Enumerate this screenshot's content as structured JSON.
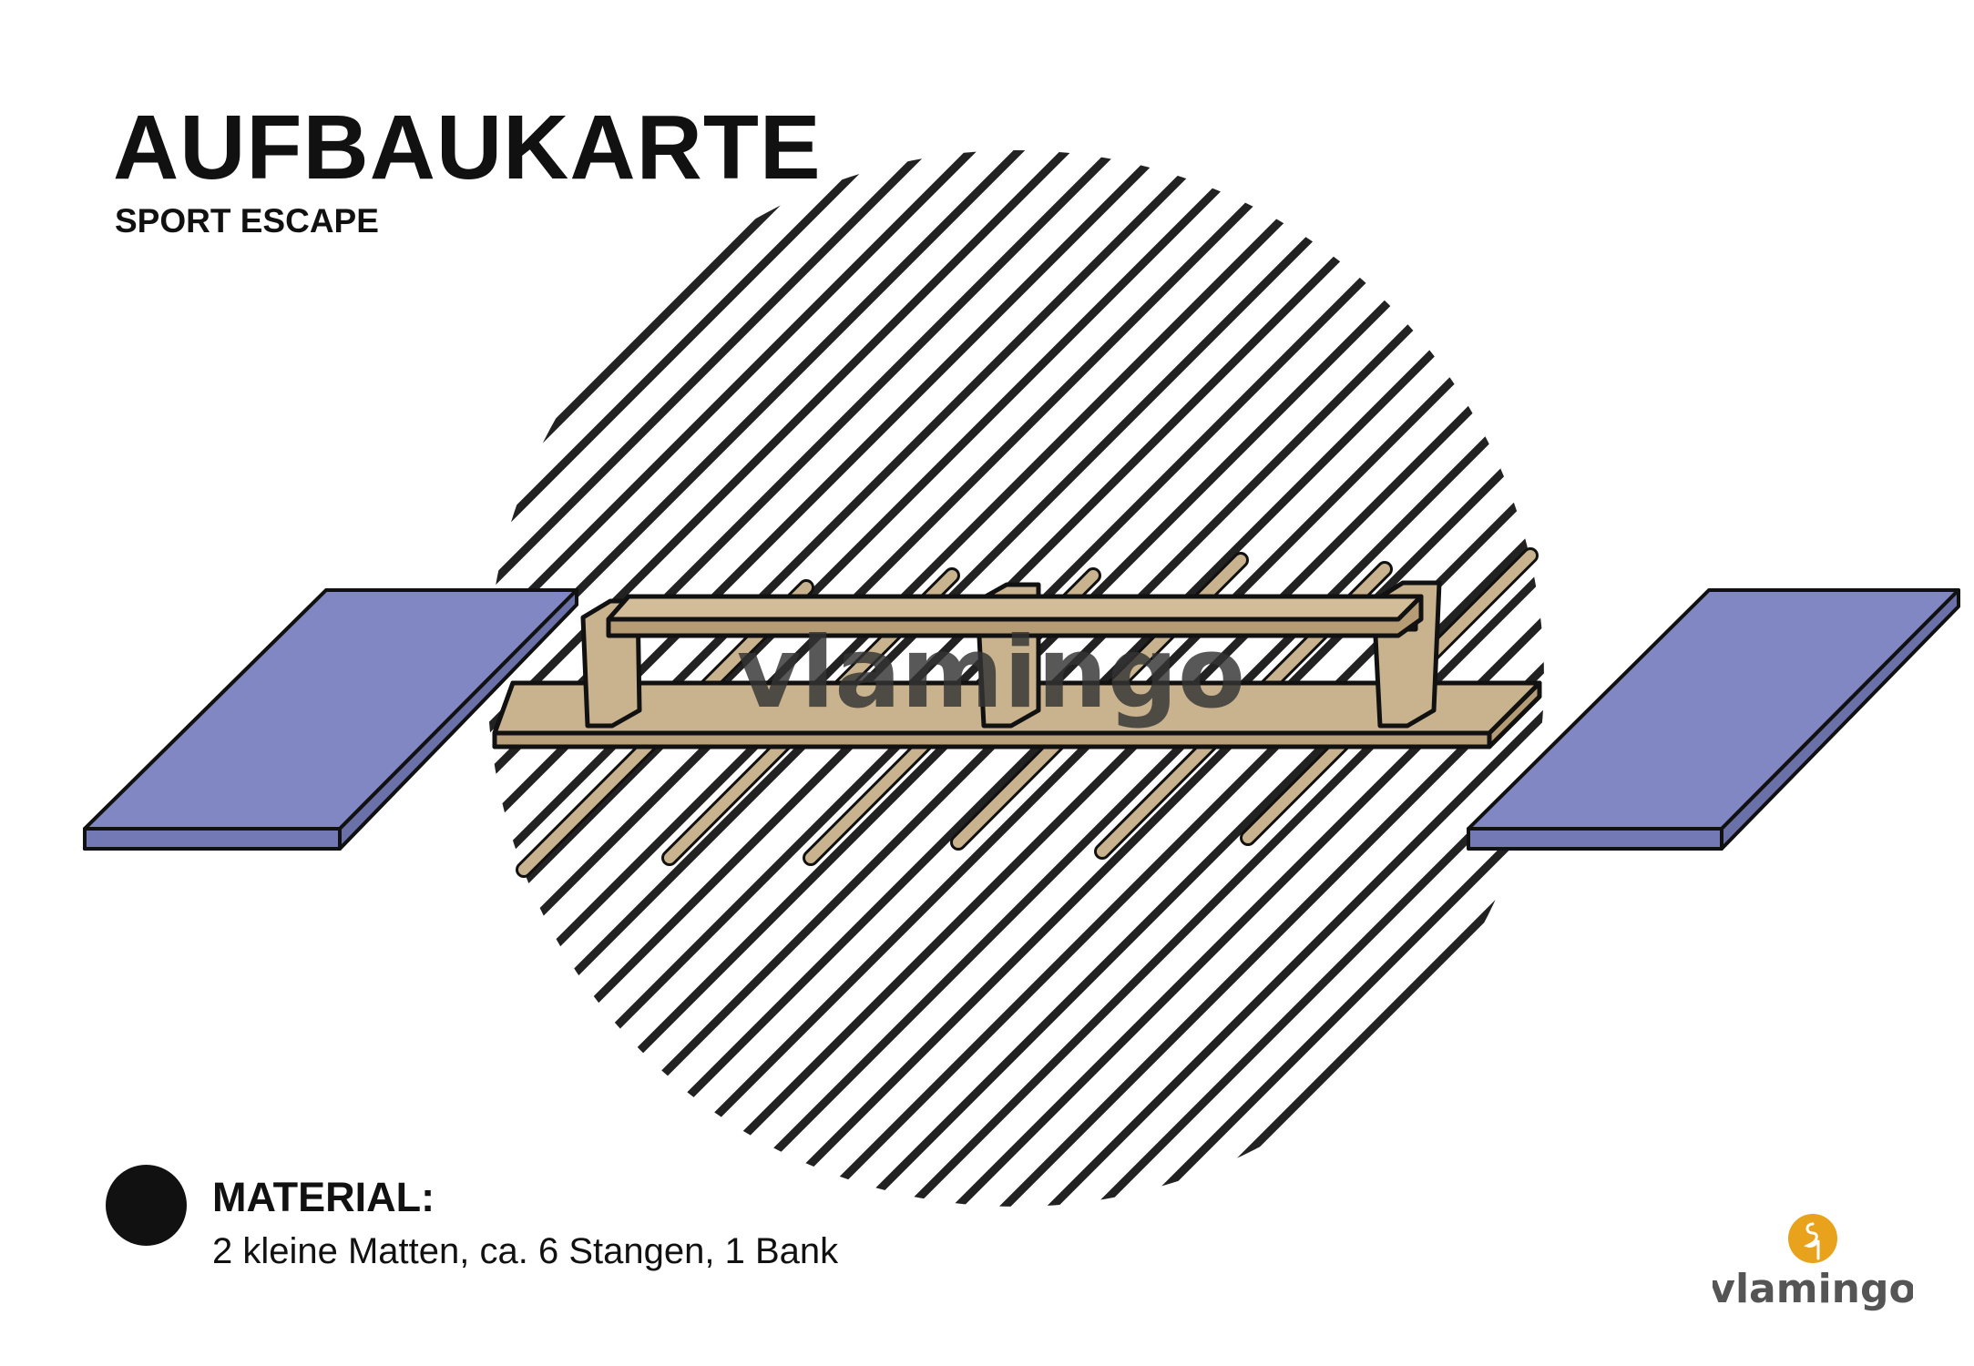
{
  "header": {
    "title": "AUFBAUKARTE",
    "subtitle": "SPORT ESCAPE"
  },
  "illustration": {
    "watermark": "vlamingo",
    "mat_color": "#8087c2",
    "wood_color": "#c9b38e",
    "stroke_color": "#111111",
    "hatch_color": "#222222",
    "items": {
      "mats": 2,
      "poles": 6,
      "bench": 1
    }
  },
  "material": {
    "icon": "box-icon",
    "heading": "MATERIAL:",
    "text": "2 kleine Matten, ca. 6 Stangen, 1 Bank"
  },
  "brand": {
    "name": "vlamingo",
    "icon": "flamingo-icon",
    "accent": "#e8a21c",
    "text_color": "#555555"
  }
}
